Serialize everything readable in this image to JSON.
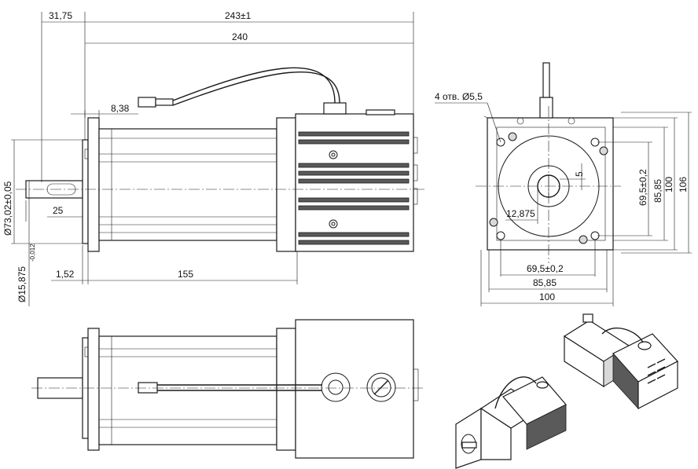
{
  "dimensions": {
    "top": {
      "offset_31_75": "31,75",
      "overall_243": "243±1",
      "length_240": "240",
      "cable_8_38": "8,38",
      "shaft_25": "25",
      "flange_1_52": "1,52",
      "body_155": "155",
      "dia_73": "Ø73,02±0,05",
      "dia_15": "Ø15,875",
      "dia_15_tol": "-0,012"
    },
    "end": {
      "holes_note": "4 отв. Ø5,5",
      "key_5": "5",
      "key_12_875": "12,875",
      "v_69_5": "69,5±0,2",
      "v_85_85": "85,85",
      "v_100": "100",
      "v_106": "106",
      "h_69_5": "69,5±0,2",
      "h_85_85": "85,85",
      "h_100": "100"
    }
  },
  "colors": {
    "line": "#1a1a1a",
    "heatsink": "#5a5a5a",
    "shade": "#d9d9d9"
  }
}
